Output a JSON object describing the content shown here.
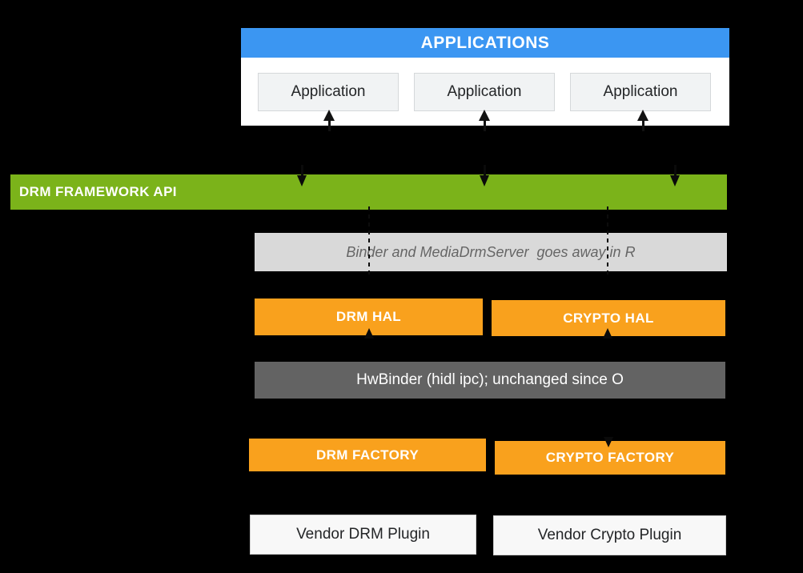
{
  "colors": {
    "canvas_bg": "#000000",
    "blue": "#3b96f2",
    "green": "#7bb31a",
    "orange": "#f9a11d",
    "gray_light": "#d9d9d9",
    "gray_dark": "#636363",
    "box_bg": "#f1f3f4",
    "box_border": "#d5d8da",
    "vendor_bg": "#f8f8f8",
    "vendor_border": "#cfcfcf",
    "text_dark": "#232527",
    "text_muted": "#666666"
  },
  "applications": {
    "header": "APPLICATIONS",
    "apps": [
      "Application",
      "Application",
      "Application"
    ]
  },
  "framework": {
    "label": "DRM FRAMEWORK API"
  },
  "binder_note": {
    "label": "Binder and MediaDrmServer  goes away in R"
  },
  "hal": {
    "drm": "DRM HAL",
    "crypto": "CRYPTO HAL"
  },
  "hwbinder": {
    "label": "HwBinder (hidl ipc); unchanged since O"
  },
  "factories": {
    "drm": "DRM FACTORY",
    "crypto": "CRYPTO FACTORY"
  },
  "plugins": {
    "drm": "Vendor DRM Plugin",
    "crypto": "Vendor Crypto Plugin"
  }
}
